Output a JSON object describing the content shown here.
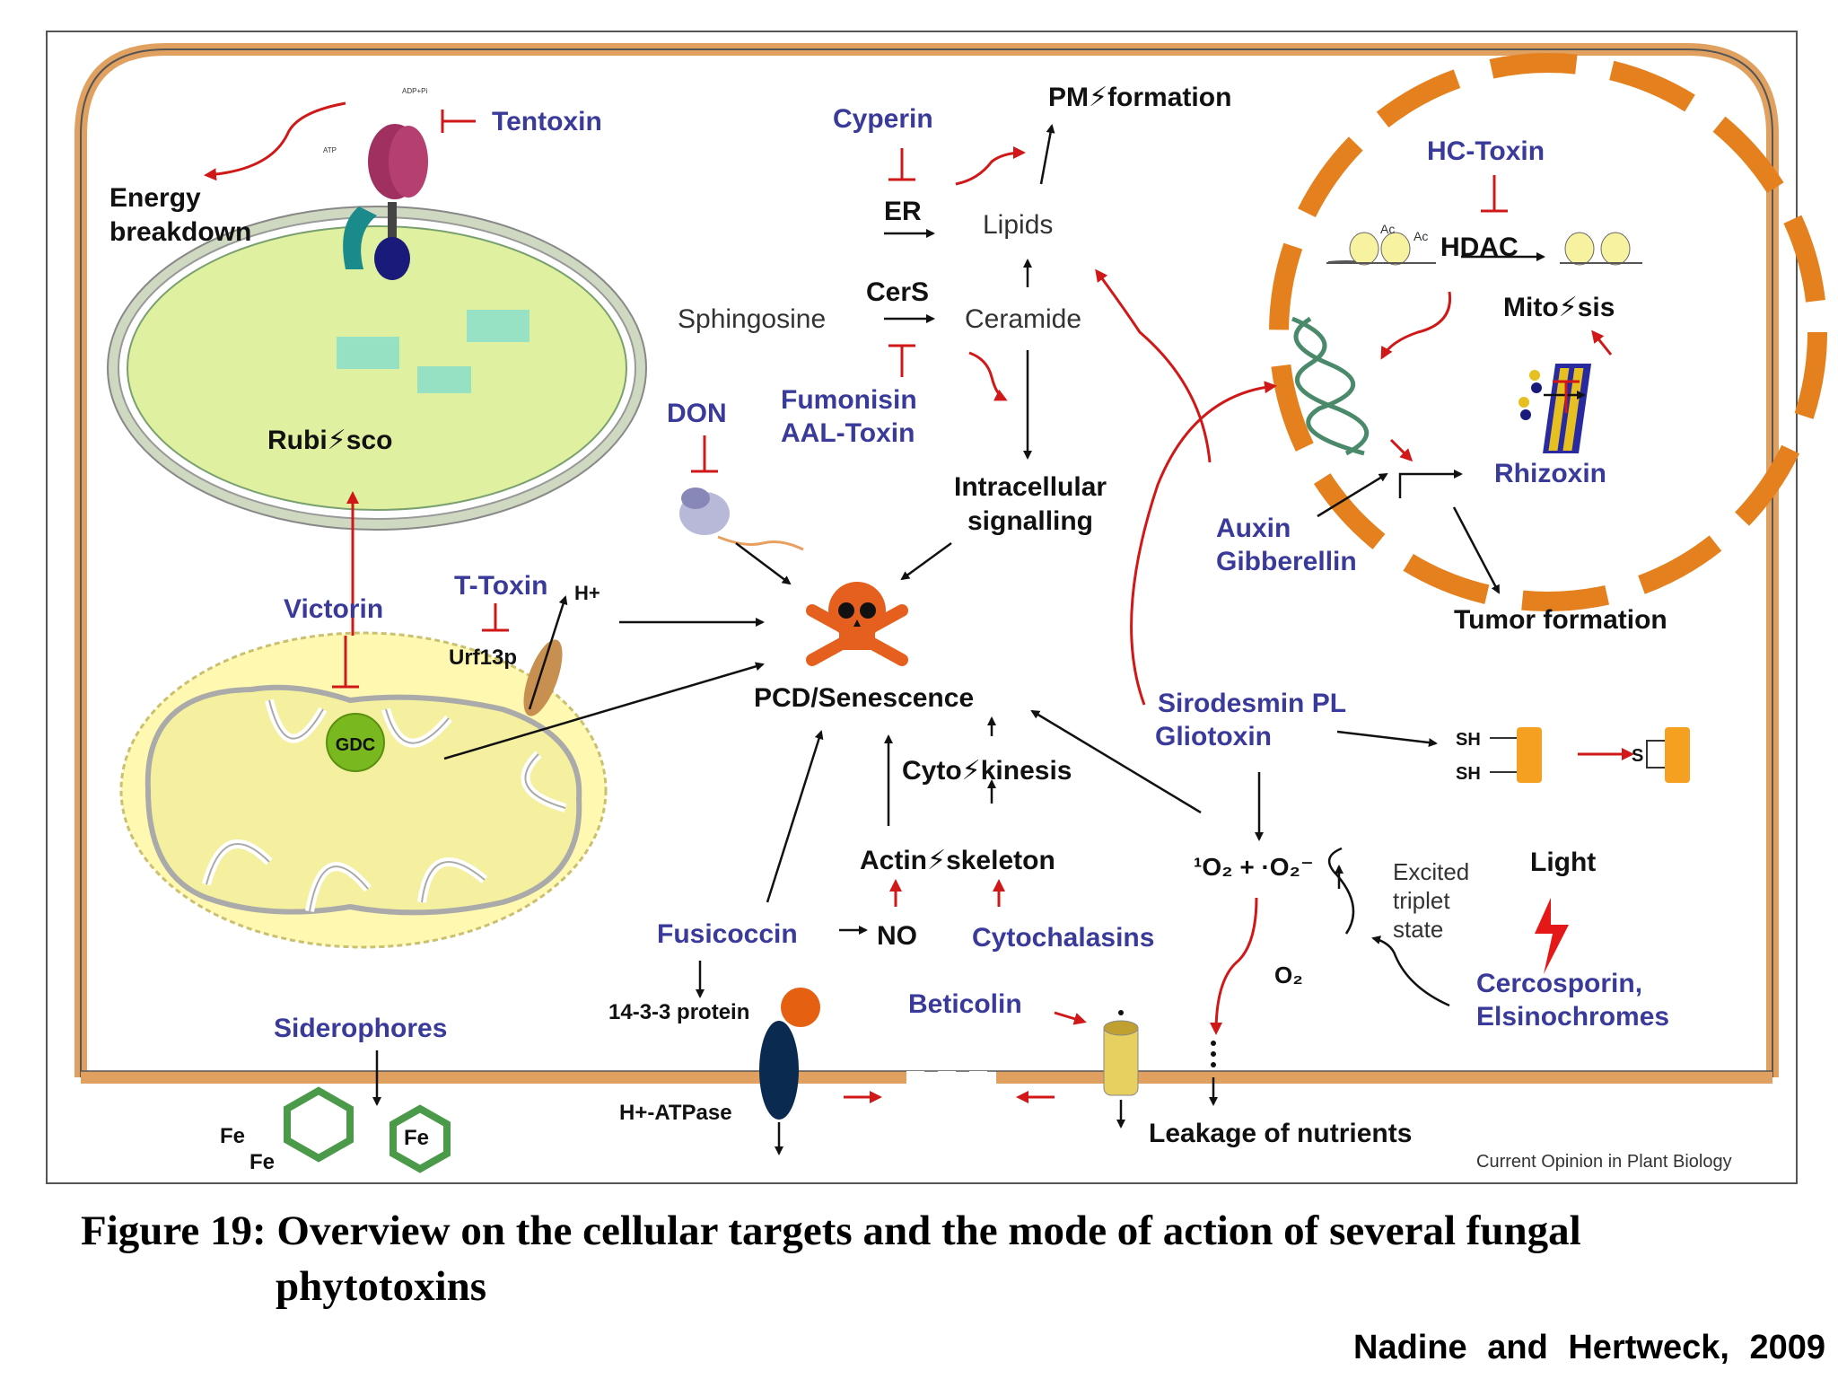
{
  "labels": {
    "tentoxin": "Tentoxin",
    "energy_breakdown": "Energy\nbreakdown",
    "rubisco": "Rubi⚡sco",
    "victorin": "Victorin",
    "t_toxin": "T-Toxin",
    "h_plus": "H+",
    "urf13p": "Urf13p",
    "gdc": "GDC",
    "cyperin": "Cyperin",
    "er": "ER",
    "lipids": "Lipids",
    "pm_formation": "PM⚡formation",
    "cers": "CerS",
    "sphingosine": "Sphingosine",
    "ceramide": "Ceramide",
    "fumonisin": "Fumonisin",
    "aal_toxin": "AAL-Toxin",
    "don": "DON",
    "intracellular_signalling": "Intracellular\nsignalling",
    "pcd_senescence": "PCD/Senescence",
    "cytokinesis": "Cyto⚡kinesis",
    "actin_skeleton": "Actin⚡skeleton",
    "fusicoccin": "Fusicoccin",
    "no": "NO",
    "cytochalasins": "Cytochalasins",
    "protein_14_3_3": "14-3-3 protein",
    "h_atpase": "H+-ATPase",
    "beticolin": "Beticolin",
    "siderophores": "Siderophores",
    "fe": "Fe",
    "leakage": "Leakage of nutrients",
    "hc_toxin": "HC-Toxin",
    "hdac": "HDAC",
    "ac": "Ac",
    "mitosis": "Mito⚡sis",
    "rhizoxin": "Rhizoxin",
    "auxin": "Auxin",
    "gibberellin": "Gibberellin",
    "tumor_formation": "Tumor formation",
    "sirodesmin": "Sirodesmin PL",
    "gliotoxin": "Gliotoxin",
    "sh": "SH",
    "s": "S",
    "singlet_o2": "¹O₂ + ·O₂⁻",
    "o2": "O₂",
    "excited_triplet": "Excited\ntriplet\nstate",
    "light": "Light",
    "cercosporin": "Cercosporin,",
    "elsinochromes": "Elsinochromes",
    "source": "Current Opinion in Plant Biology",
    "adp_pi": "ADP+Pi",
    "atp": "ATP"
  },
  "caption": {
    "line1": "Figure 19: Overview on the cellular targets and the mode of action of several fungal",
    "line2": "phytotoxins"
  },
  "citation": "Nadine  and  Hertweck, 2009",
  "colors": {
    "toxin_label": "#3a3a9a",
    "inhibit": "#cc1f1f",
    "nucleus": "#e5801f",
    "chloroplast": "#dff0a0",
    "mitochondrion": "#f5f0a0",
    "membrane": "#e8a060"
  }
}
